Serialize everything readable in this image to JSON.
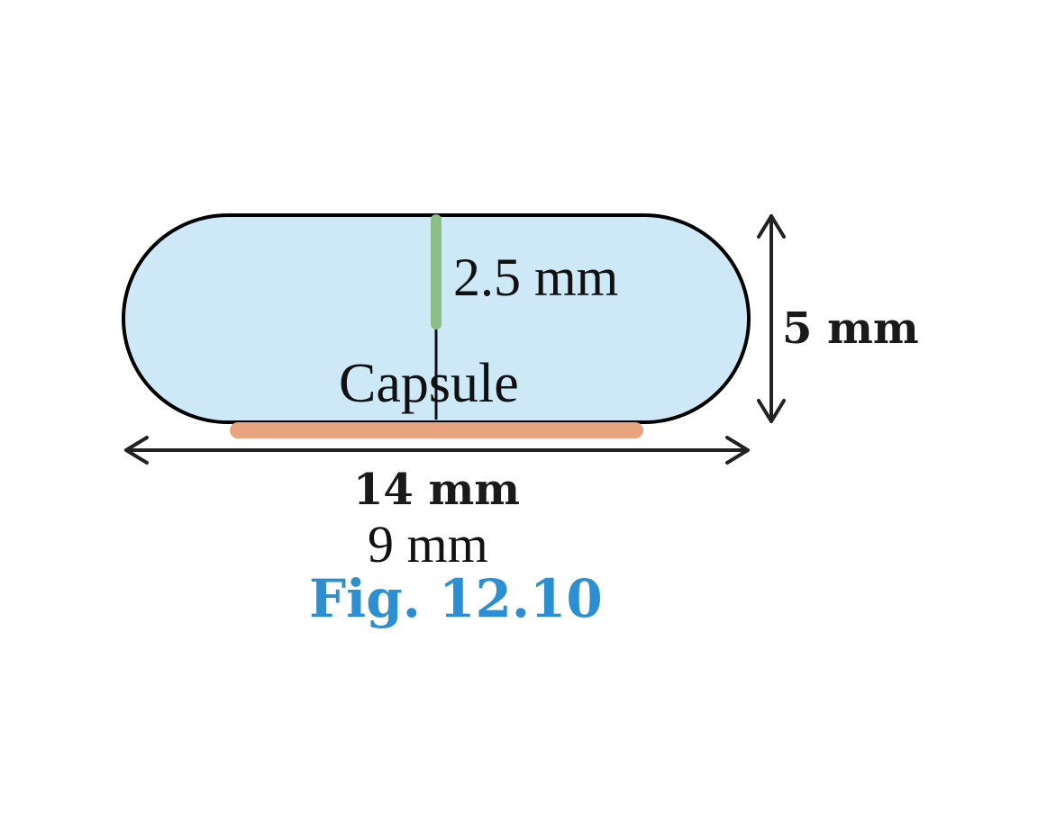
{
  "diagram": {
    "labels": {
      "radius": "2.5 mm",
      "height": "5 mm",
      "length": "14 mm",
      "cylinder_length": "9 mm",
      "name": "Capsule",
      "caption": "Fig. 12.10"
    },
    "colors": {
      "capsule_fill": "#cde8f7",
      "capsule_stroke": "#000000",
      "radius_segment": "#8cbf85",
      "cylinder_segment": "#e8a47e",
      "caption": "#2b8fd1",
      "arrow": "#222222"
    }
  }
}
